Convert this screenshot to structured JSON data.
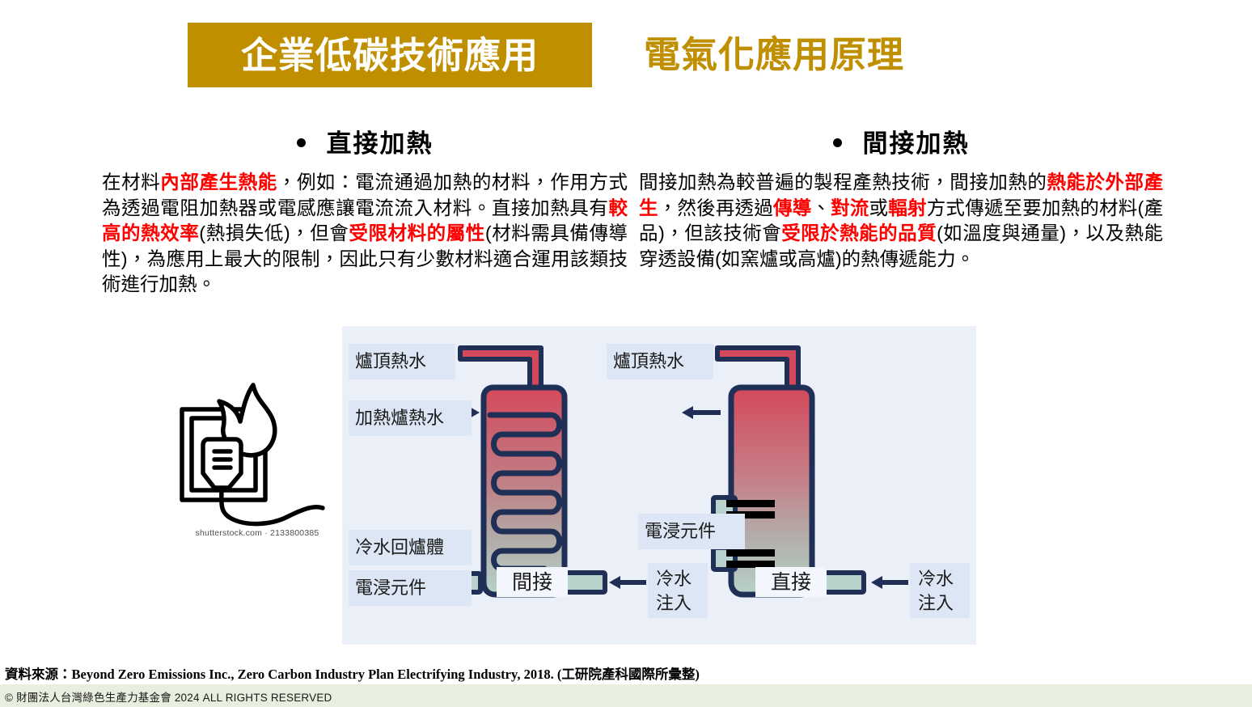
{
  "title": {
    "badge": "企業低碳技術應用",
    "subtitle": "電氣化應用原理",
    "badge_bg": "#BF8F00",
    "badge_color": "#FFFFFF",
    "subtitle_color": "#BF8F00"
  },
  "columns": {
    "left": {
      "heading": "直接加熱",
      "body_segments": [
        {
          "text": "在材料",
          "highlight": false
        },
        {
          "text": "內部產生熱能",
          "highlight": true
        },
        {
          "text": "，例如：電流通過加熱的材料，作用方式為透過電阻加熱器或電感應讓電流流入材料。直接加熱具有",
          "highlight": false
        },
        {
          "text": "較高的熱效率",
          "highlight": true
        },
        {
          "text": "(熱損失低)，但會",
          "highlight": false
        },
        {
          "text": "受限材料的屬性",
          "highlight": true
        },
        {
          "text": "(材料需具備傳導性)，為應用上最大的限制，因此只有少數材料適合運用該類技術進行加熱。",
          "highlight": false
        }
      ]
    },
    "right": {
      "heading": "間接加熱",
      "body_segments": [
        {
          "text": "間接加熱為較普遍的製程產熱技術，間接加熱的",
          "highlight": false
        },
        {
          "text": "熱能於外部產生",
          "highlight": true
        },
        {
          "text": "，然後再透過",
          "highlight": false
        },
        {
          "text": "傳導",
          "highlight": true
        },
        {
          "text": "、",
          "highlight": false
        },
        {
          "text": "對流",
          "highlight": true
        },
        {
          "text": "或",
          "highlight": false
        },
        {
          "text": "輻射",
          "highlight": true
        },
        {
          "text": "方式傳遞至要加熱的材料(產品)，但該技術會",
          "highlight": false
        },
        {
          "text": "受限於熱能的品質",
          "highlight": true
        },
        {
          "text": "(如溫度與通量)，以及熱能穿透設備(如窯爐或高爐)的熱傳遞能力。",
          "highlight": false
        }
      ]
    }
  },
  "highlight_color": "#FF0000",
  "illustration": {
    "name": "electric-plug-outlet-fire",
    "watermark": "shutterstock.com · 2133800385"
  },
  "diagram": {
    "background": "#EAEFF8",
    "outline_color": "#1F2F56",
    "hot_color": "#D1495B",
    "cold_color": "#B9D3CC",
    "label_bg": "#DDE6F4",
    "left_tank": {
      "badge": "間接",
      "labels": [
        "爐頂熱水",
        "加熱爐熱水",
        "冷水回爐體",
        "電浸元件"
      ]
    },
    "right_tank": {
      "badge": "直接",
      "labels": [
        "爐頂熱水",
        "電浸元件"
      ]
    },
    "center_label": "冷水\n注入",
    "center_label_line1": "冷水",
    "center_label_line2": "注入",
    "right_label_line1": "冷水",
    "right_label_line2": "注入",
    "element_marker": "n"
  },
  "source": "資料來源：Beyond Zero Emissions Inc., Zero Carbon Industry Plan Electrifying Industry, 2018. (工研院產科國際所彙整)",
  "copyright": {
    "text": "© 財團法人台灣綠色生產力基金會 2024 ALL RIGHTS RESERVED",
    "bg": "#E9EFDF"
  }
}
